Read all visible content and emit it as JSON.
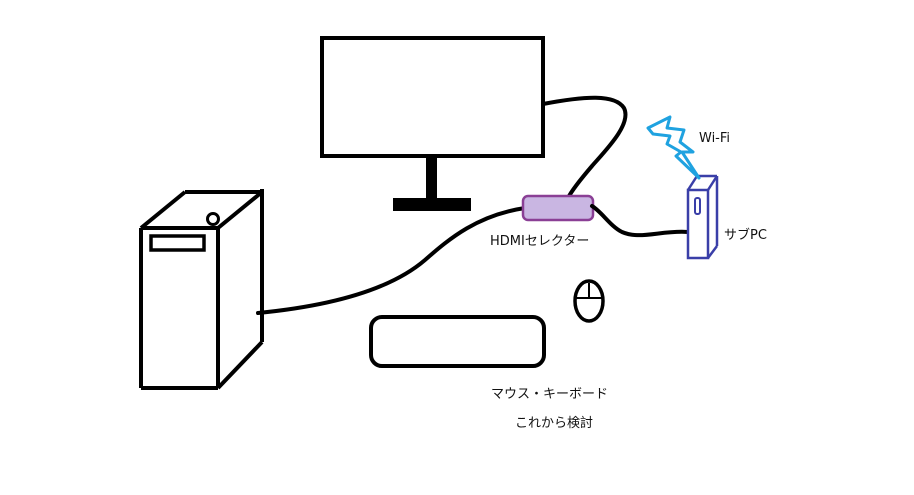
{
  "labels": {
    "wifi": "Wi-Fi",
    "sub_pc": "サブPC",
    "hdmi_selector": "HDMIセレクター",
    "mouse_keyboard": "マウス・キーボード",
    "under_consideration": "これから検討"
  },
  "colors": {
    "stroke": "#000000",
    "selector_fill": "#c9b6e2",
    "selector_stroke": "#8a3f95",
    "sub_pc_stroke": "#3a3fa8",
    "wifi_stroke": "#1fa2e0"
  },
  "icons": {
    "monitor": "monitor-icon",
    "desktop_pc": "desktop-tower-icon",
    "sub_pc": "mini-pc-icon",
    "wifi": "lightning-bolt-icon",
    "selector": "hdmi-switch-icon",
    "keyboard": "keyboard-icon",
    "mouse": "mouse-icon"
  }
}
